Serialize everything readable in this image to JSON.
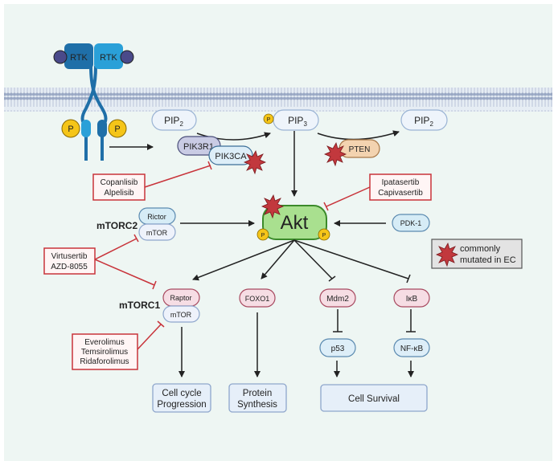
{
  "receptor": {
    "left_label": "RTK",
    "right_label": "RTK",
    "phospho_label": "P"
  },
  "membrane_nodes": {
    "pip2_left": {
      "base": "PIP",
      "sub": "2"
    },
    "pip3": {
      "base": "PIP",
      "sub": "3"
    },
    "pip2_right": {
      "base": "PIP",
      "sub": "2"
    },
    "pip3_phospho": "P"
  },
  "pi3k": {
    "regulatory": "PIK3R1",
    "catalytic": "PIK3CA"
  },
  "pten": "PTEN",
  "akt": {
    "label": "Akt",
    "phospho_left": "P",
    "phospho_right": "P"
  },
  "pdk1": "PDK-1",
  "mtorc2": {
    "title": "mTORC2",
    "top": "Rictor",
    "bottom": "mTOR"
  },
  "mtorc1": {
    "title": "mTORC1",
    "top": "Raptor",
    "bottom": "mTOR"
  },
  "drugs": {
    "pi3k_inhibitors": [
      "Copanlisib",
      "Alpelisib"
    ],
    "akt_inhibitors": [
      "Ipatasertib",
      "Capivasertib"
    ],
    "mtor_dual_inhibitors": [
      "Virtusertib",
      "AZD-8055"
    ],
    "mtorc1_inhibitors": [
      "Everolimus",
      "Temsirolimus",
      "Ridaforolimus"
    ]
  },
  "effectors": {
    "foxo1": "FOXO1",
    "mdm2": "Mdm2",
    "ikb": "IκB",
    "p53": "p53",
    "nfkb": "NF-κB"
  },
  "outcomes": {
    "cell_cycle": [
      "Cell cycle",
      "Progression"
    ],
    "protein_synthesis": [
      "Protein",
      "Synthesis"
    ],
    "cell_survival": "Cell Survival"
  },
  "legend": {
    "lines": [
      "commonly",
      "mutated in EC"
    ]
  },
  "colors": {
    "background": "#eef6f3",
    "membrane": "#9aa8c4",
    "rtk_dark": "#1f6fa8",
    "rtk_light": "#2aa0d8",
    "ligand": "#4a4a8a",
    "phospho": "#f5c518",
    "akt_fill": "#a9e08f",
    "akt_stroke": "#3b8a2a",
    "inhibitor_red": "#c8333a",
    "mutation_star": "#c2383d",
    "pink_node": "#f6dde4",
    "pink_stroke": "#a84a60",
    "blue_node": "#ddeef8",
    "blue_stroke": "#5b8ab0",
    "pten_fill": "#f3d3b0",
    "pten_stroke": "#a87848",
    "pik3r1_fill": "#c9cbe4",
    "pik3r1_stroke": "#4a4e7a"
  }
}
